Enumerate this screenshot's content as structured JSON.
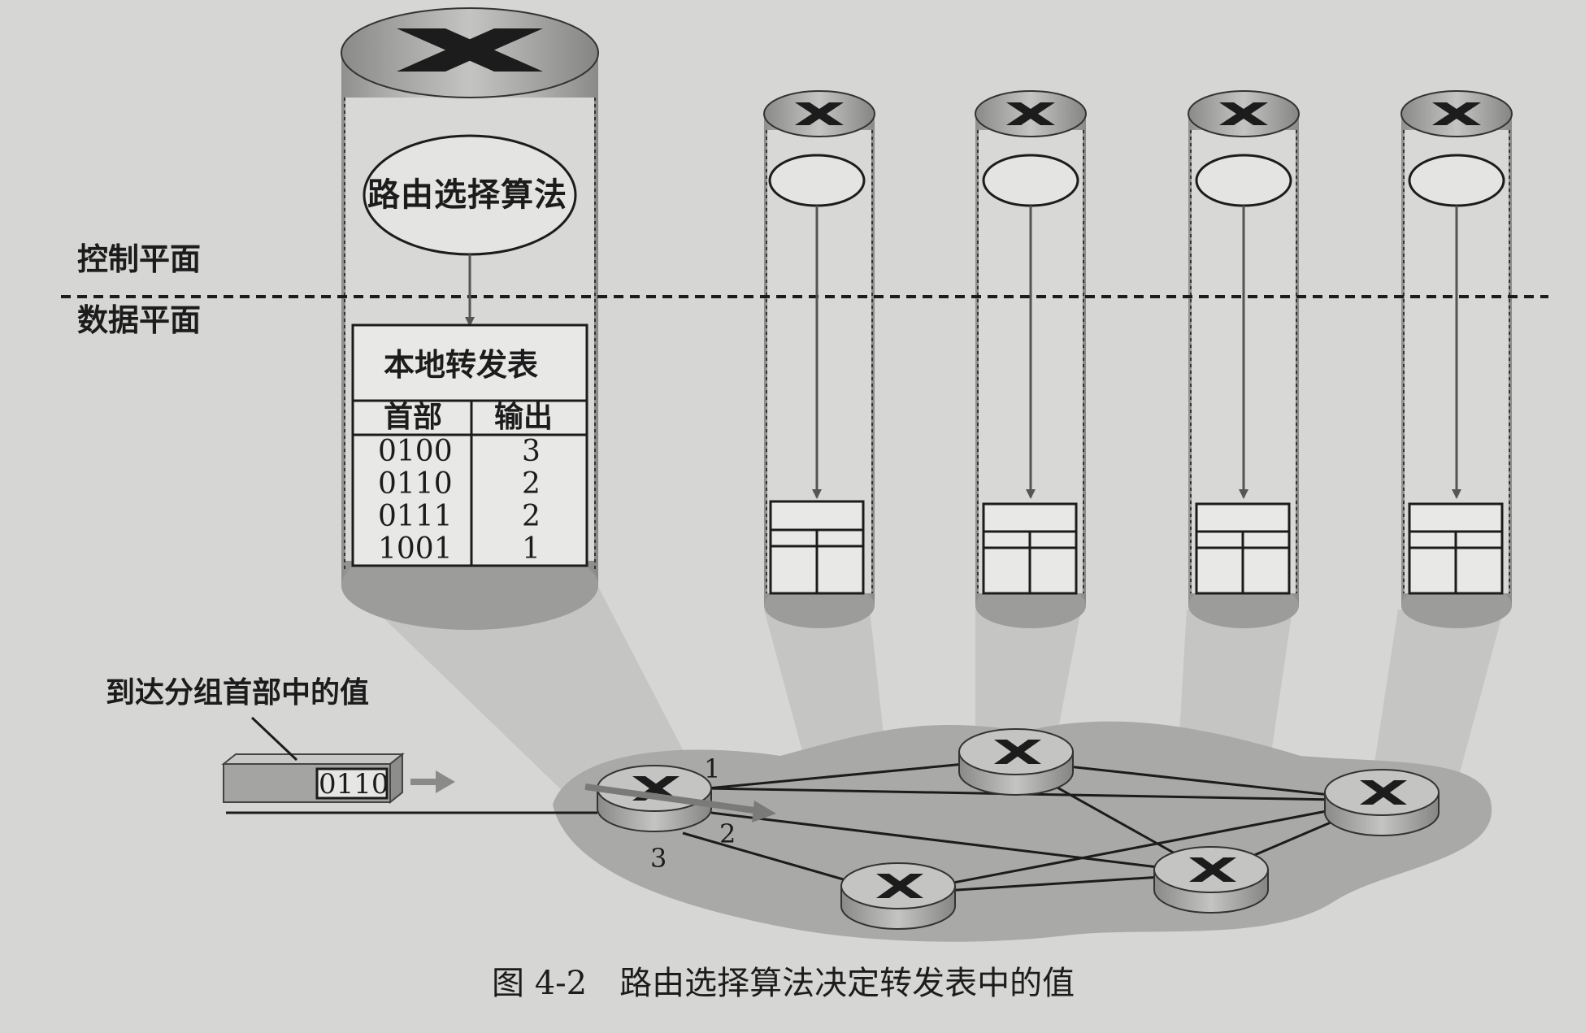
{
  "planes": {
    "control_label": "控制平面",
    "data_label": "数据平面"
  },
  "main_router": {
    "algorithm_label": "路由选择算法",
    "table_title": "本地转发表",
    "columns": [
      "首部",
      "输出"
    ],
    "rows": [
      {
        "header": "0100",
        "output": "3"
      },
      {
        "header": "0110",
        "output": "2"
      },
      {
        "header": "0111",
        "output": "2"
      },
      {
        "header": "1001",
        "output": "1"
      }
    ]
  },
  "packet": {
    "label": "到达分组首部中的值",
    "value": "0110"
  },
  "ports": [
    "1",
    "2",
    "3"
  ],
  "caption": "图 4-2　路由选择算法决定转发表中的值",
  "colors": {
    "background": "#d6d6d4",
    "ink": "#1c1c1c",
    "cylinder": "#b5b5b3",
    "cloud": "#a9a9a7"
  }
}
